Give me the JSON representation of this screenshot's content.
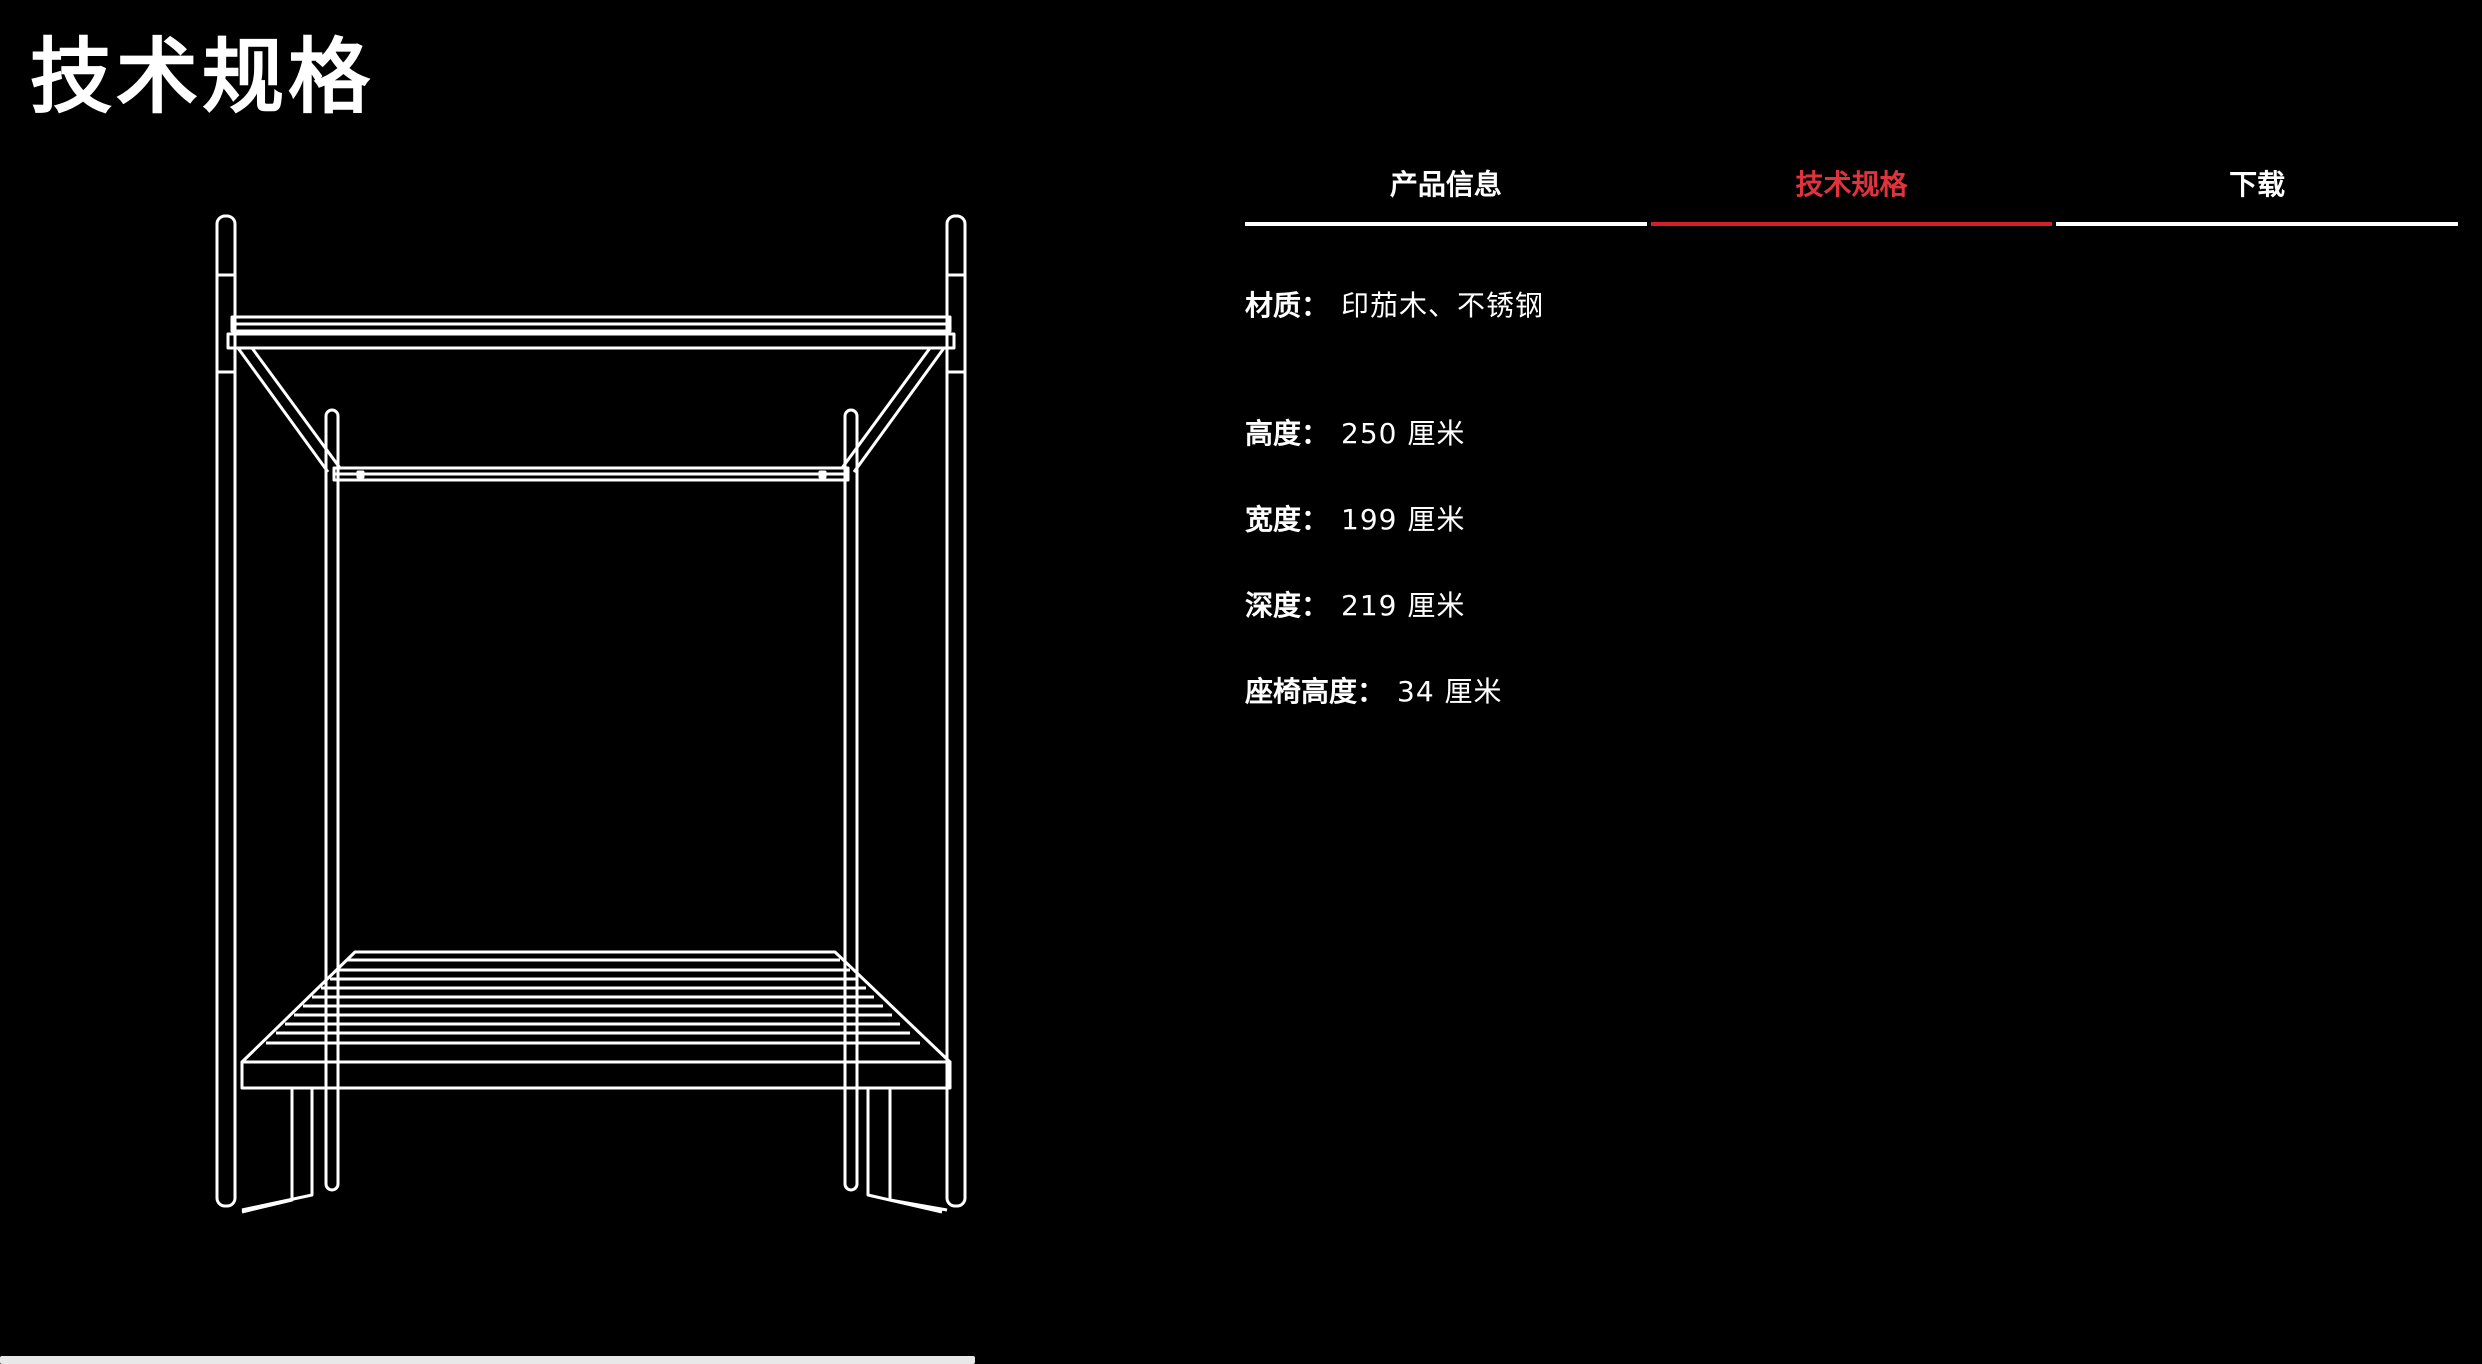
{
  "page": {
    "title": "技术规格"
  },
  "tabs": [
    {
      "label": "产品信息",
      "active": false
    },
    {
      "label": "技术规格",
      "active": true
    },
    {
      "label": "下载",
      "active": false
    }
  ],
  "specs": {
    "material": {
      "label": "材质：",
      "value": "印茄木、不锈钢"
    },
    "height": {
      "label": "高度：",
      "value": "250 厘米"
    },
    "width": {
      "label": "宽度：",
      "value": "199 厘米"
    },
    "depth": {
      "label": "深度：",
      "value": "219 厘米"
    },
    "seat_height": {
      "label": "座椅高度：",
      "value": "34 厘米"
    }
  },
  "colors": {
    "background": "#000000",
    "text": "#ffffff",
    "accent": "#d21f2a"
  }
}
